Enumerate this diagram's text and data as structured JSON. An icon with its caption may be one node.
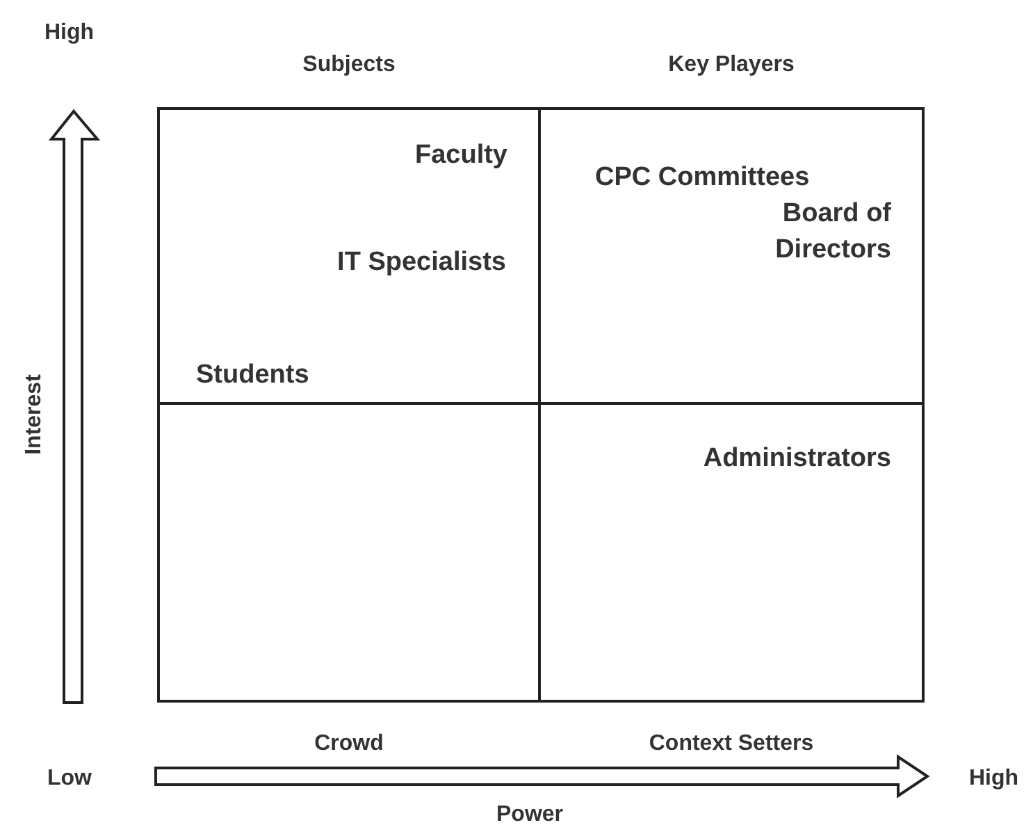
{
  "diagram": {
    "nodes": [
      {
        "text": [
          "Subjects",
          "Faculty",
          "IT Specialists",
          "Students"
        ]
      },
      {
        "text": [
          "Key Players",
          "CPC Committees",
          "Board of Directors"
        ]
      },
      {
        "text": [
          "Crowd"
        ]
      },
      {
        "text": [
          "Administrators",
          "Context Setters"
        ]
      }
    ],
    "edges": [],
    "labels": [
      "High",
      "Interest",
      "Low",
      "Power",
      "High"
    ]
  }
}
